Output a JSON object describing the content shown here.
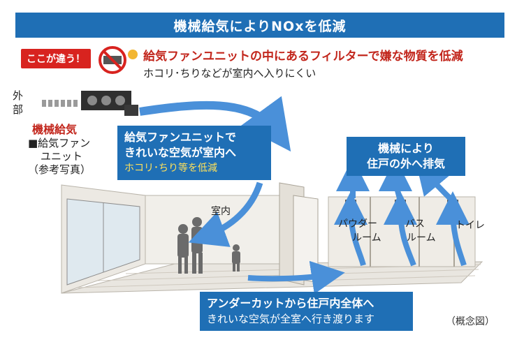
{
  "title": "機械給気によりNOxを低減",
  "badge": "ここが違う！",
  "headline": "給気ファンユニットの中にあるフィルターで嫌な物質を低減",
  "subline": "ホコリ･ちりなどが室内へ入りにくい",
  "left_labels": {
    "outside_1": "外",
    "outside_2": "部",
    "mechanical_supply": "機械給気",
    "reference_1": "■給気ファン",
    "reference_2": "ユニット",
    "reference_3": "（参考写真）"
  },
  "callout_supply": {
    "line1": "給気ファンユニットで",
    "line2": "きれいな空気が室内へ",
    "line3": "ホコリ･ちり等を低減"
  },
  "callout_exhaust": {
    "line1": "機械により",
    "line2": "住戸の外へ排気"
  },
  "callout_undercut": {
    "line1": "アンダーカットから住戸内全体へ",
    "line2": "きれいな空気が全室へ行き渡ります"
  },
  "rooms": {
    "indoor": "室内",
    "powder_a": "パウダー",
    "powder_b": "ルーム",
    "bath_a": "バス",
    "bath_b": "ルーム",
    "toilet": "トイレ"
  },
  "caption": "（概念図）",
  "colors": {
    "title_bg": "#1f6fb5",
    "badge_bg": "#d8231f",
    "headline": "#c2261c",
    "arrow": "#4a90d9"
  },
  "icons": [
    "no-pollution-icon",
    "sun-icon",
    "fan-unit-icon",
    "person-icon"
  ]
}
